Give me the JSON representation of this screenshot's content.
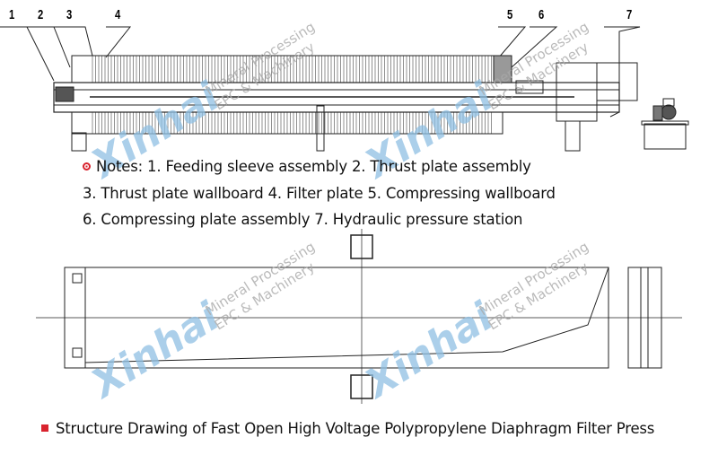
{
  "part_labels": [
    "1",
    "2",
    "3",
    "4",
    "5",
    "6",
    "7"
  ],
  "notes": [
    "Notes: 1. Feeding sleeve assembly 2. Thrust plate assembly",
    "3. Thrust plate wallboard 4. Filter plate 5. Compressing wallboard",
    "6. Compressing plate assembly 7. Hydraulic pressure station"
  ],
  "caption": "Structure Drawing of Fast Open High Voltage Polypropylene Diaphragm Filter Press",
  "watermark": {
    "brand": "Xinhai",
    "line1": "Mineral Processing",
    "line2": "EPC & Machinery"
  },
  "colors": {
    "accent": "#d9232e",
    "watermark": "#8fc0e3"
  }
}
